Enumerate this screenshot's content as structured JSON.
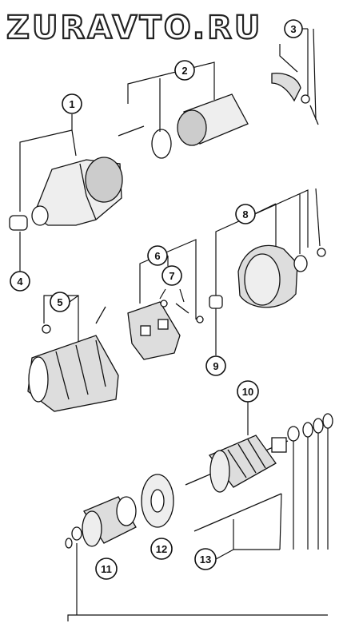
{
  "watermark": "ZURAVTO.RU",
  "callouts": [
    {
      "id": "1",
      "label": "1"
    },
    {
      "id": "2",
      "label": "2"
    },
    {
      "id": "3",
      "label": "3"
    },
    {
      "id": "4",
      "label": "4"
    },
    {
      "id": "5",
      "label": "5"
    },
    {
      "id": "6",
      "label": "6"
    },
    {
      "id": "7",
      "label": "7"
    },
    {
      "id": "8",
      "label": "8"
    },
    {
      "id": "9",
      "label": "9"
    },
    {
      "id": "10",
      "label": "10"
    },
    {
      "id": "11",
      "label": "11"
    },
    {
      "id": "12",
      "label": "12"
    },
    {
      "id": "13",
      "label": "13"
    }
  ]
}
